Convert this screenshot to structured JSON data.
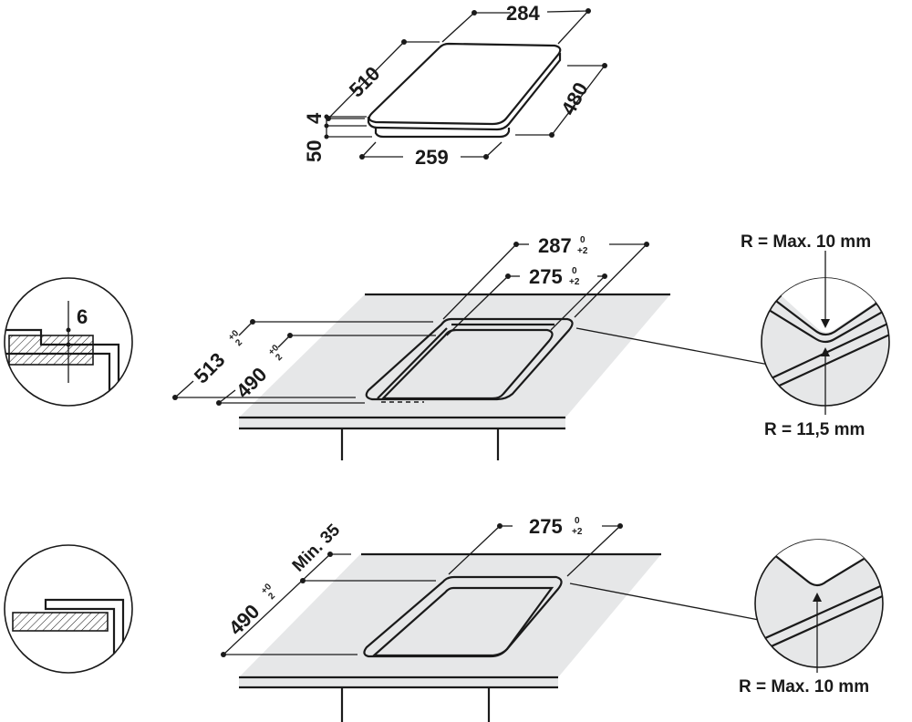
{
  "title": "Hob installation dimensions",
  "colors": {
    "line": "#1a1a1a",
    "worktop": "#e6e7e8",
    "background": "#ffffff"
  },
  "product": {
    "width": "284",
    "depth": "510",
    "depth_side": "480",
    "glass_thickness": "4",
    "body_height": "50",
    "base_width": "259"
  },
  "flush_install": {
    "outer_width": "287",
    "outer_width_tol_upper": "0",
    "outer_width_tol_lower": "+2",
    "inner_width": "275",
    "inner_width_tol_upper": "0",
    "inner_width_tol_lower": "+2",
    "outer_depth": "513",
    "outer_depth_tol_upper": "+0",
    "outer_depth_tol_lower": "2",
    "inner_depth": "490",
    "inner_depth_tol_upper": "+0",
    "inner_depth_tol_lower": "2",
    "rebate_depth": "6",
    "radius_outer": "R = Max. 10 mm",
    "radius_inner": "R = 11,5 mm"
  },
  "standard_install": {
    "width": "275",
    "width_tol_upper": "0",
    "width_tol_lower": "+2",
    "depth": "490",
    "depth_tol_upper": "+0",
    "depth_tol_lower": "2",
    "min_back_distance": "Min. 35",
    "radius": "R = Max. 10 mm"
  }
}
